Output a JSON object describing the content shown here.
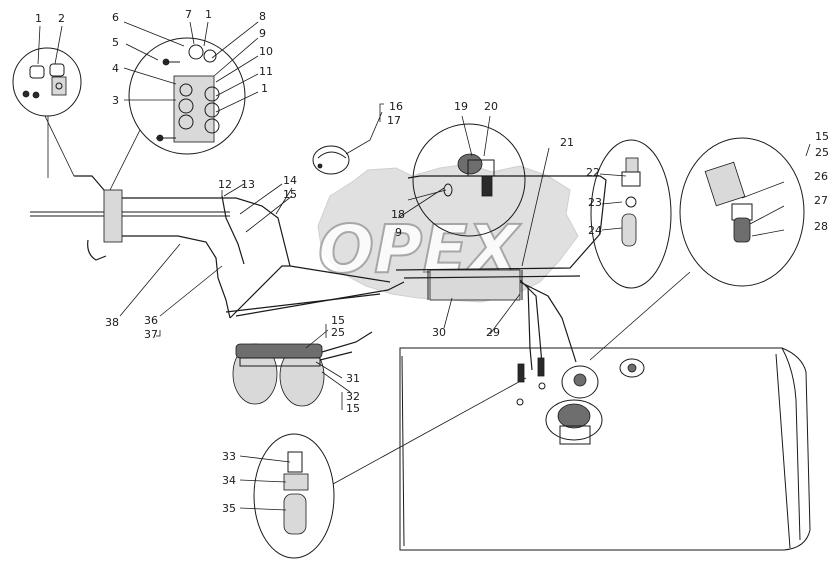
{
  "watermark": "OPEX",
  "callouts": [
    {
      "id": "c1a",
      "text": "1"
    },
    {
      "id": "c2",
      "text": "2"
    },
    {
      "id": "c6",
      "text": "6"
    },
    {
      "id": "c7",
      "text": "7"
    },
    {
      "id": "c1b",
      "text": "1"
    },
    {
      "id": "c8",
      "text": "8"
    },
    {
      "id": "c9a",
      "text": "9"
    },
    {
      "id": "c5",
      "text": "5"
    },
    {
      "id": "c10",
      "text": "10"
    },
    {
      "id": "c4",
      "text": "4"
    },
    {
      "id": "c11",
      "text": "11"
    },
    {
      "id": "c3",
      "text": "3"
    },
    {
      "id": "c1c",
      "text": "1"
    },
    {
      "id": "c16",
      "text": "16"
    },
    {
      "id": "c17",
      "text": "17"
    },
    {
      "id": "c19",
      "text": "19"
    },
    {
      "id": "c20",
      "text": "20"
    },
    {
      "id": "c21",
      "text": "21"
    },
    {
      "id": "c15a",
      "text": "15"
    },
    {
      "id": "c25a",
      "text": "25"
    },
    {
      "id": "c22",
      "text": "22"
    },
    {
      "id": "c26",
      "text": "26"
    },
    {
      "id": "c12",
      "text": "12"
    },
    {
      "id": "c13",
      "text": "13"
    },
    {
      "id": "c14",
      "text": "14"
    },
    {
      "id": "c15b",
      "text": "15"
    },
    {
      "id": "c23",
      "text": "23"
    },
    {
      "id": "c27",
      "text": "27"
    },
    {
      "id": "c18",
      "text": "18"
    },
    {
      "id": "c9b",
      "text": "9"
    },
    {
      "id": "c24",
      "text": "24"
    },
    {
      "id": "c28",
      "text": "28"
    },
    {
      "id": "c38",
      "text": "38"
    },
    {
      "id": "c36",
      "text": "36"
    },
    {
      "id": "c37",
      "text": "37"
    },
    {
      "id": "c15c",
      "text": "15"
    },
    {
      "id": "c25b",
      "text": "25"
    },
    {
      "id": "c30",
      "text": "30"
    },
    {
      "id": "c29",
      "text": "29"
    },
    {
      "id": "c31",
      "text": "31"
    },
    {
      "id": "c32",
      "text": "32"
    },
    {
      "id": "c15d",
      "text": "15"
    },
    {
      "id": "c33",
      "text": "33"
    },
    {
      "id": "c34",
      "text": "34"
    },
    {
      "id": "c35",
      "text": "35"
    }
  ]
}
